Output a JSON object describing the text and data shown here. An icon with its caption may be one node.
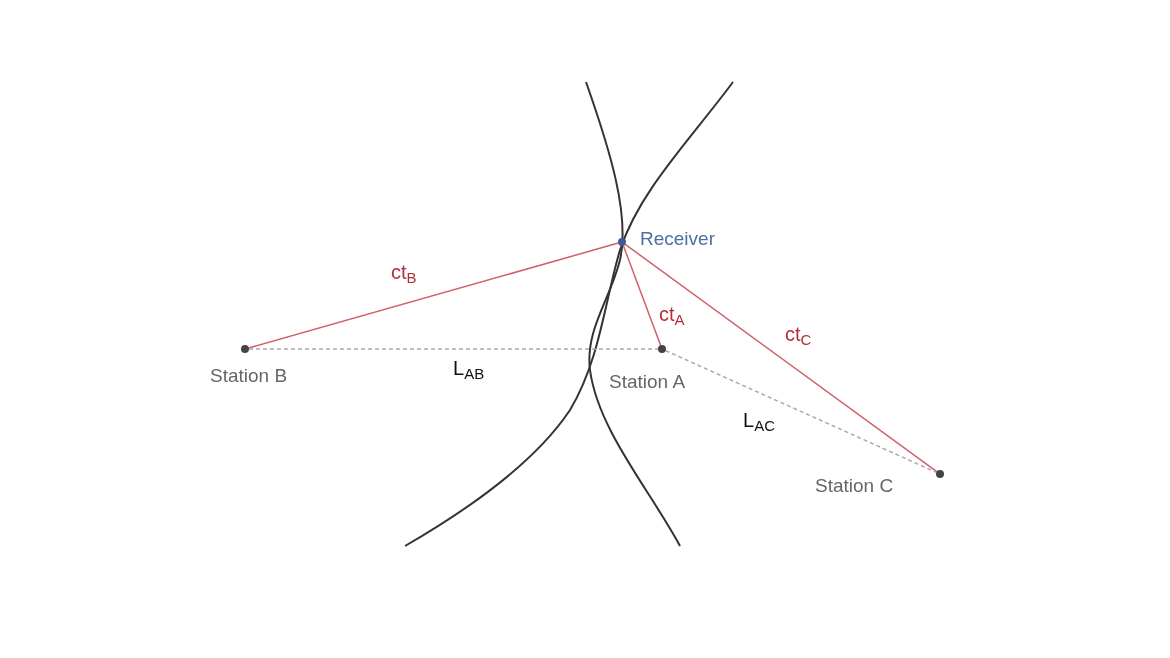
{
  "diagram": {
    "nodes": [
      {
        "text": [],
        "shape": "circle",
        "beside": [
          "Receiver"
        ]
      },
      {
        "text": [],
        "shape": "circle",
        "beside": [
          "Station B"
        ]
      },
      {
        "text": [],
        "shape": "circle",
        "beside": [
          "Station A"
        ]
      },
      {
        "text": [],
        "shape": "circle",
        "beside": [
          "Station C"
        ]
      }
    ],
    "edges": [
      {
        "from": 0,
        "to": 1,
        "arrow": "none",
        "label": "ct$_{B}$"
      },
      {
        "from": 0,
        "to": 2,
        "arrow": "none",
        "label": "ct$_{A}$"
      },
      {
        "from": 0,
        "to": 3,
        "arrow": "none",
        "label": "ct$_{C}$"
      },
      {
        "from": 1,
        "to": 2,
        "arrow": "none",
        "label": "L$_{AB}$",
        "style": "dashed",
        "color": "#aaaaaa"
      },
      {
        "from": 2,
        "to": 3,
        "arrow": "none",
        "label": "L$_{AC}$",
        "style": "dashed",
        "color": "#aaaaaa"
      }
    ]
  }
}
